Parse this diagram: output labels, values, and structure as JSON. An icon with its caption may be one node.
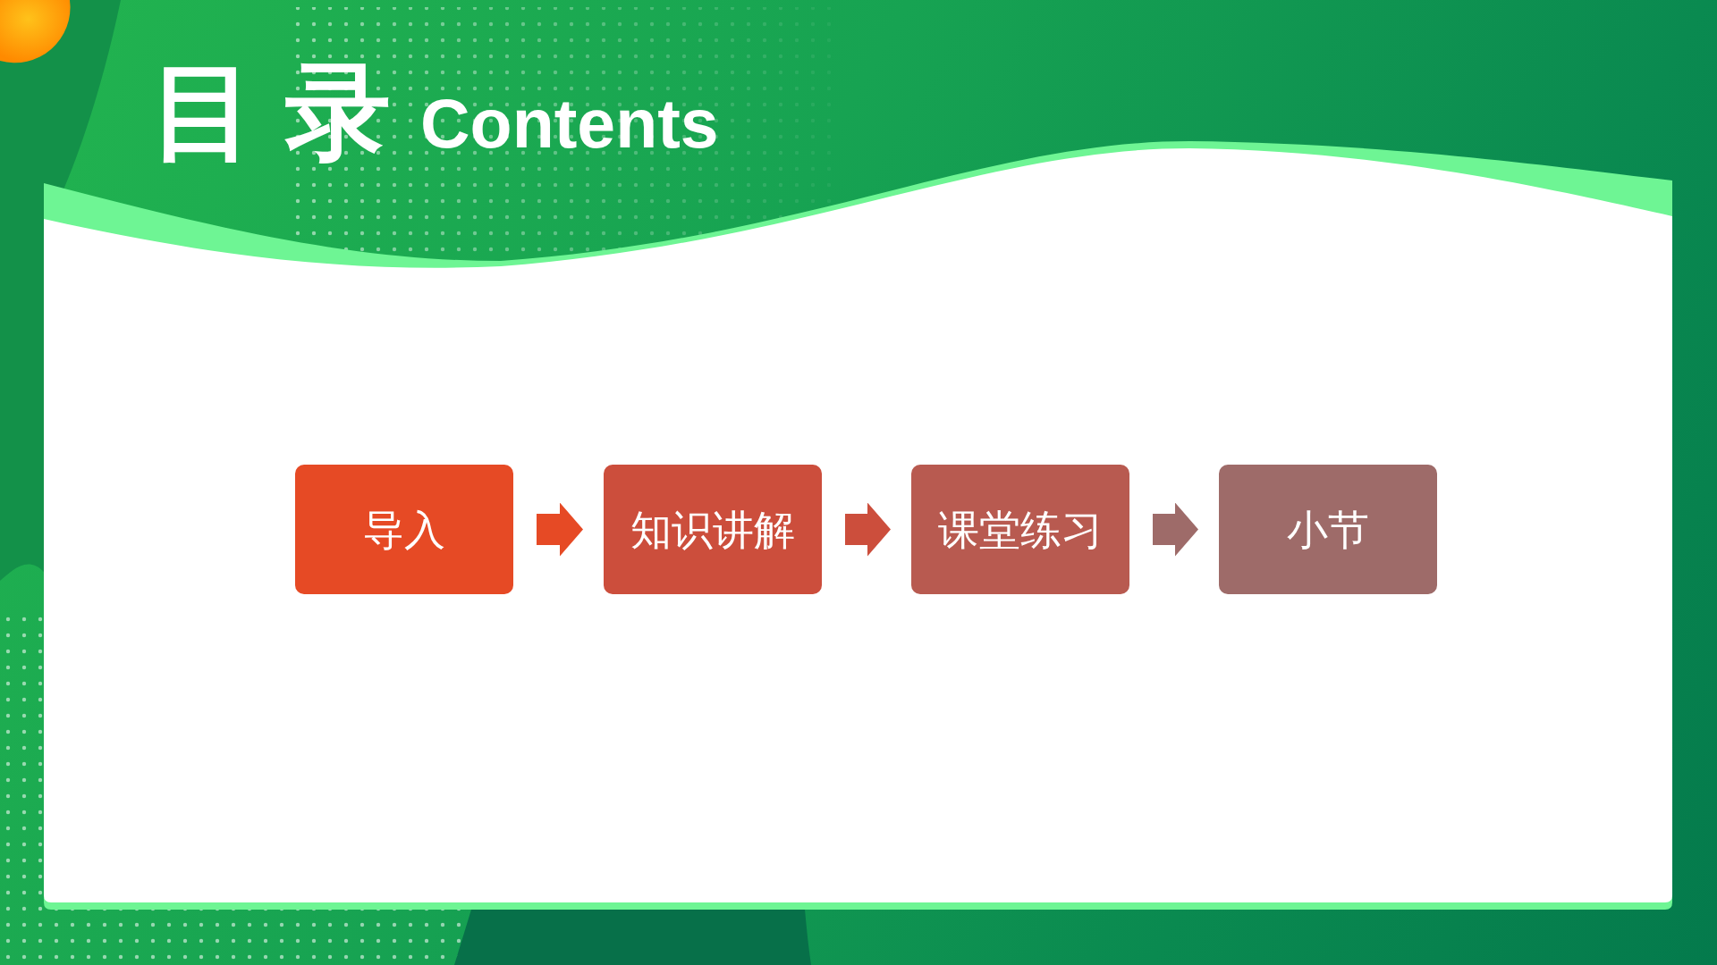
{
  "diagram": {
    "title": "目 录",
    "nodes": [
      {
        "text": [
          "导入"
        ]
      },
      {
        "text": [
          "知识讲解"
        ]
      },
      {
        "text": [
          "课堂练习"
        ]
      },
      {
        "text": [
          "小节"
        ]
      }
    ],
    "edges": [
      {
        "from": 0,
        "to": 1,
        "arrow": "to",
        "color": "#e64a25"
      },
      {
        "from": 1,
        "to": 2,
        "arrow": "to",
        "color": "#cc4e3c"
      },
      {
        "from": 2,
        "to": 3,
        "arrow": "to",
        "color": "#9e6b69"
      }
    ],
    "labels": [
      "Contents"
    ]
  }
}
